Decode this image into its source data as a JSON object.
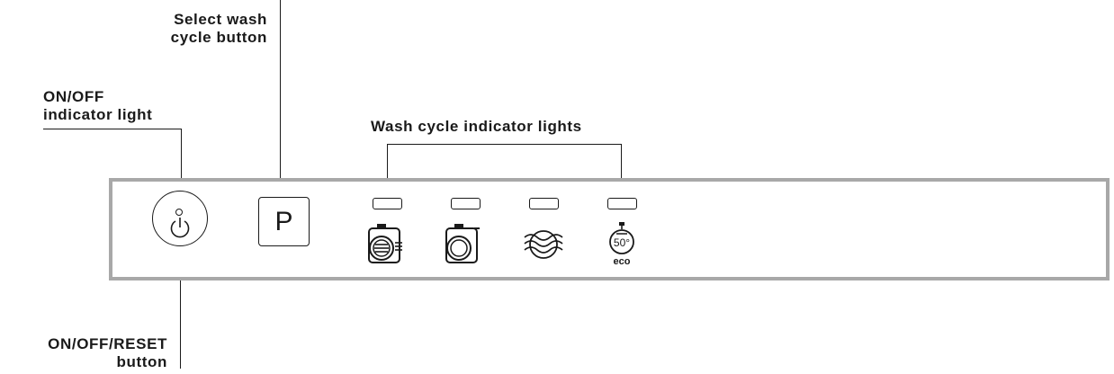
{
  "labels": {
    "select_wash_line1": "Select wash",
    "select_wash_line2": "cycle button",
    "onoff_light_line1": "ON/OFF",
    "onoff_light_line2": "indicator light",
    "wash_cycle_lights": "Wash cycle indicator lights",
    "reset_line1": "ON/OFF/RESET",
    "reset_line2": "button"
  },
  "panel": {
    "program_button_label": "P",
    "cycle_icons": [
      "intensive-wash-icon",
      "normal-wash-icon",
      "rinse-icon",
      "eco-50-icon"
    ],
    "eco_temp": "50°",
    "eco_text": "eco"
  }
}
